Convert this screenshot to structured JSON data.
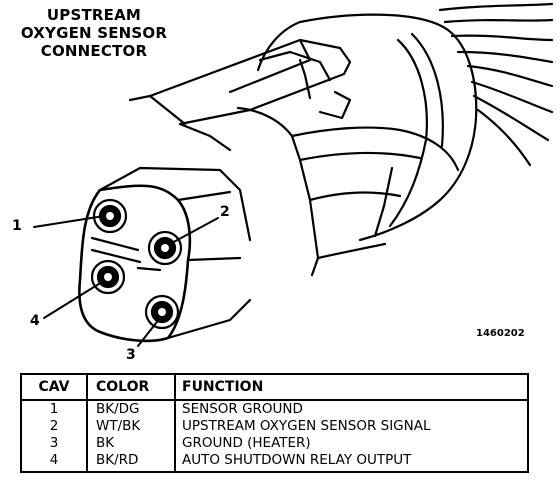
{
  "title": {
    "line1": "UPSTREAM",
    "line2": "OXYGEN SENSOR",
    "line3": "CONNECTOR"
  },
  "pin_callouts": [
    "1",
    "2",
    "3",
    "4"
  ],
  "figure_id": "1460202",
  "table": {
    "headers": {
      "cav": "CAV",
      "color": "COLOR",
      "function": "FUNCTION"
    },
    "rows": [
      {
        "cav": "1",
        "color": "BK/DG",
        "function": "SENSOR GROUND"
      },
      {
        "cav": "2",
        "color": "WT/BK",
        "function": "UPSTREAM OXYGEN SENSOR SIGNAL"
      },
      {
        "cav": "3",
        "color": "BK",
        "function": "GROUND (HEATER)"
      },
      {
        "cav": "4",
        "color": "BK/RD",
        "function": "AUTO SHUTDOWN RELAY OUTPUT"
      }
    ]
  },
  "colors": {
    "ink": "#000000",
    "paper": "#ffffff"
  }
}
